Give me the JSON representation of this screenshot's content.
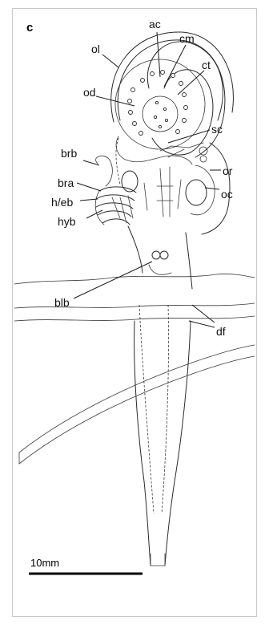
{
  "panel_letter": "c",
  "labels": {
    "ac": "ac",
    "cm": "cm",
    "ol": "ol",
    "ct": "ct",
    "od": "od",
    "sc": "sc",
    "brb": "brb",
    "or": "or",
    "bra": "bra",
    "oc": "oc",
    "heb": "h/eb",
    "hyb": "hyb",
    "blb": "blb",
    "df": "df"
  },
  "scale": {
    "label": "10mm"
  }
}
